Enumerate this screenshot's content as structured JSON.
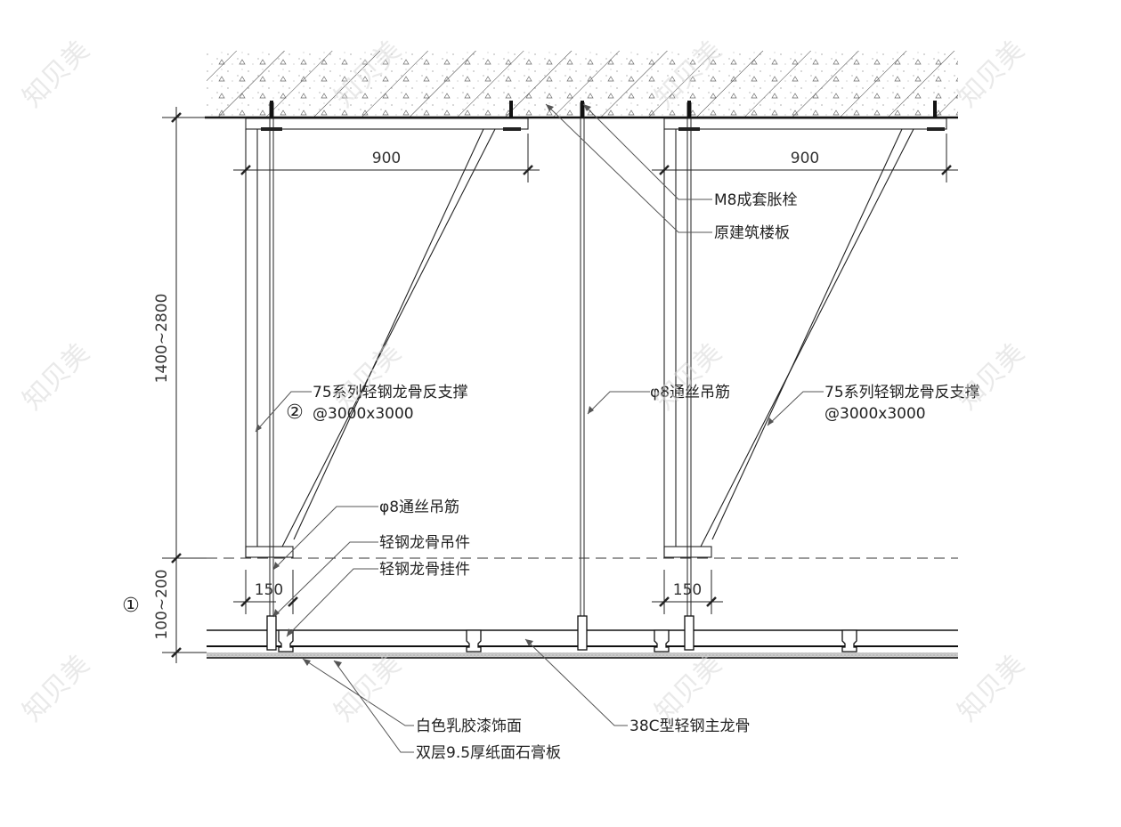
{
  "drawing": {
    "type": "ceiling section detail",
    "dimensions": {
      "top_span_left": "900",
      "top_span_right": "900",
      "hanger_height": "1400~2800",
      "ceiling_gap": "100~200",
      "offset_left": "150",
      "offset_right": "150"
    },
    "markers": {
      "circle_1": "①",
      "circle_2": "②"
    },
    "labels": {
      "anchor_bolt": "M8成套胀栓",
      "slab": "原建筑楼板",
      "brace_left_line1": "75系列轻钢龙骨反支撑",
      "brace_left_line2": "@3000x3000",
      "rod_center": "φ8通丝吊筋",
      "brace_right_line1": "75系列轻钢龙骨反支撑",
      "brace_right_line2": "@3000x3000",
      "rod_left": "φ8通丝吊筋",
      "hanger_piece": "轻钢龙骨吊件",
      "hook_piece": "轻钢龙骨挂件",
      "paint_finish": "白色乳胶漆饰面",
      "gypsum_board": "双层9.5厚纸面石膏板",
      "main_keel": "38C型轻钢主龙骨"
    },
    "watermark": "知贝美"
  }
}
